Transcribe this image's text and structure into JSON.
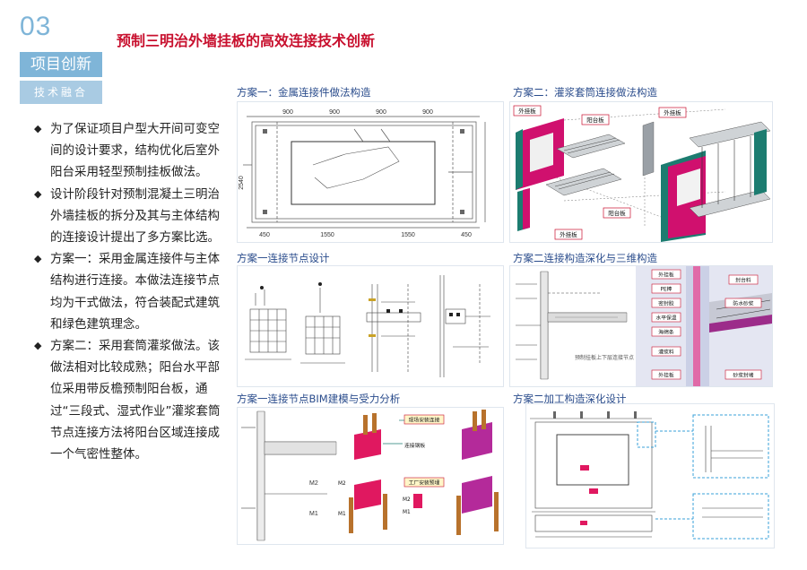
{
  "badge": {
    "number": "03",
    "title": "项目创新",
    "subtitle": "技术融合"
  },
  "title": "预制三明治外墙挂板的高效连接技术创新",
  "bullets": [
    "为了保证项目户型大开间可变空间的设计要求，结构优化后室外阳台采用轻型预制挂板做法。",
    "设计阶段针对预制混凝土三明治外墙挂板的拆分及其与主体结构的连接设计提出了多方案比选。",
    "方案一：采用金属连接件与主体结构进行连接。本做法连接节点均为干式做法，符合装配式建筑和绿色建筑理念。",
    "方案二：采用套筒灌浆做法。该做法相对比较成熟；阳台水平部位采用带反檐预制阳台板，通过“三段式、湿式作业”灌浆套筒节点连接方法将阳台区域连接成一个气密性整体。"
  ],
  "sections": {
    "s1": "方案一：金属连接件做法构造",
    "s2": "方案二：灌浆套筒连接做法构造",
    "s3": "方案一连接节点设计",
    "s4": "方案二连接构造深化与三维构造",
    "s5": "方案一连接节点BIM建模与受力分析",
    "s6": "方案二加工构造深化设计"
  },
  "panel1": {
    "dims_top": [
      "900",
      "900",
      "900",
      "900"
    ],
    "dim_side": "2540",
    "dims_bottom": [
      "450",
      "1550",
      "1550",
      "450"
    ]
  },
  "panel2": {
    "labels": [
      "外挂板",
      "阳台板",
      "外挂板",
      "阳台板",
      "外挂板"
    ]
  },
  "panel4": {
    "labels": [
      "外挂板",
      "PE棒",
      "密封胶",
      "水平保温",
      "海绵条",
      "灌浆料",
      "外挂板",
      "封台料",
      "防水砂浆",
      "砂浆封堵"
    ],
    "caption": "预制挂板上下层连接节点"
  },
  "panel5": {
    "labels": [
      "现场安装连接",
      "连接钢板",
      "M2",
      "M1",
      "工厂安装预埋",
      "M2",
      "M1"
    ]
  },
  "colors": {
    "accent_red": "#c8102e",
    "badge_blue": "#7fb5d8",
    "section_blue": "#2a4c8c",
    "magenta": "#d0106e",
    "teal": "#1c7c70"
  }
}
